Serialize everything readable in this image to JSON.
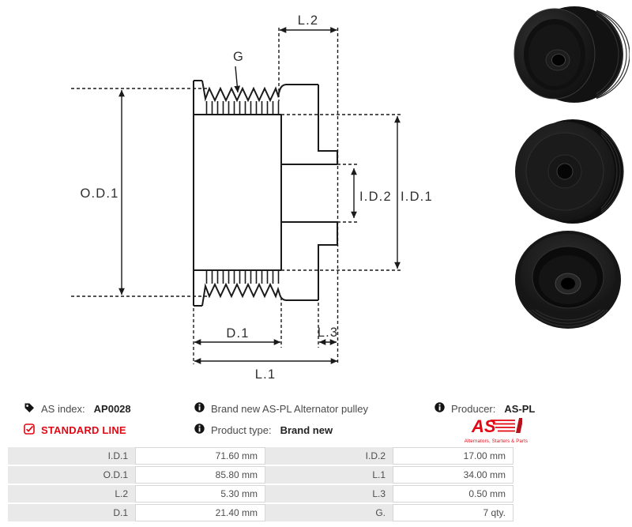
{
  "page": {
    "background": "#ffffff"
  },
  "colors": {
    "accent_red": "#e30613",
    "drawing_line": "#1a1a1a",
    "table_label_bg": "#e9e9e9",
    "table_border": "#d6d6d6",
    "body_text": "#4a4a4a"
  },
  "drawing": {
    "labels": {
      "g": "G",
      "l2": "L.2",
      "od1": "O.D.1",
      "id2": "I.D.2",
      "id1": "I.D.1",
      "d1": "D.1",
      "l3": "L.3",
      "l1": "L.1"
    }
  },
  "photos": {
    "views": [
      "pulley angled front view",
      "pulley front view",
      "pulley angled back view"
    ]
  },
  "info": {
    "as_index_label": "AS index:",
    "as_index_value": "AP0028",
    "standard_line": "STANDARD LINE",
    "description": "Brand new AS-PL Alternator pulley",
    "product_type_label": "Product type:",
    "product_type_value": "Brand new",
    "producer_label": "Producer:",
    "producer_value": "AS-PL",
    "logo_text": "AS",
    "logo_subtext": "Alternators, Starters & Parts"
  },
  "table": {
    "rows": [
      {
        "c1_label": "I.D.1",
        "c1_value": "71.60 mm",
        "c2_label": "I.D.2",
        "c2_value": "17.00 mm"
      },
      {
        "c1_label": "O.D.1",
        "c1_value": "85.80 mm",
        "c2_label": "L.1",
        "c2_value": "34.00 mm"
      },
      {
        "c1_label": "L.2",
        "c1_value": "5.30 mm",
        "c2_label": "L.3",
        "c2_value": "0.50 mm"
      },
      {
        "c1_label": "D.1",
        "c1_value": "21.40 mm",
        "c2_label": "G.",
        "c2_value": "7 qty."
      }
    ]
  }
}
